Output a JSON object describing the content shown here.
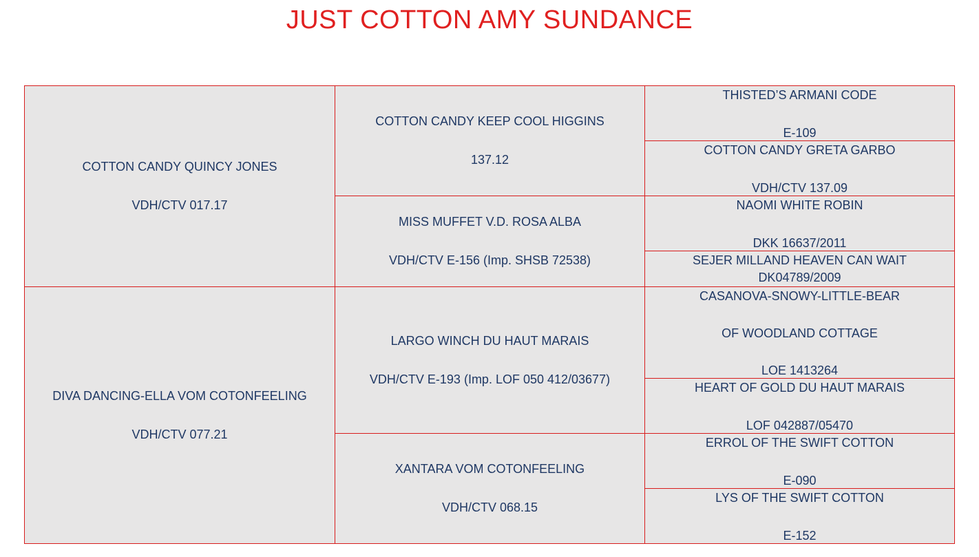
{
  "title": "JUST COTTON AMY SUNDANCE",
  "parents": [
    {
      "name": "COTTON CANDY QUINCY JONES",
      "reg": "VDH/CTV 017.17"
    },
    {
      "name": "DIVA DANCING-ELLA VOM COTONFEELING",
      "reg": "VDH/CTV 077.21"
    }
  ],
  "grandparents": [
    {
      "name": "COTTON CANDY KEEP COOL HIGGINS",
      "reg": "137.12"
    },
    {
      "name": "MISS MUFFET V.D. ROSA ALBA",
      "reg": "VDH/CTV E-156 (Imp. SHSB 72538)"
    },
    {
      "name": "LARGO WINCH DU HAUT MARAIS",
      "reg": "VDH/CTV E-193 (Imp. LOF 050 412/03677)"
    },
    {
      "name": "XANTARA VOM COTONFEELING",
      "reg": "VDH/CTV 068.15"
    }
  ],
  "great_grandparents": [
    {
      "name": "THISTED’S ARMANI CODE",
      "reg": "E-109"
    },
    {
      "name": "COTTON CANDY GRETA GARBO",
      "reg": "VDH/CTV 137.09"
    },
    {
      "name": "NAOMI WHITE ROBIN",
      "reg": "DKK 16637/2011"
    },
    {
      "name": "SEJER MILLAND HEAVEN CAN WAIT",
      "reg": "DK04789/2009"
    },
    {
      "name": "CASANOVA-SNOWY-LITTLE-BEAR",
      "name2": "OF WOODLAND COTTAGE",
      "reg": "LOE 1413264"
    },
    {
      "name": "HEART OF GOLD DU HAUT MARAIS",
      "reg": "LOF 042887/05470"
    },
    {
      "name": "ERROL OF THE SWIFT COTTON",
      "reg": "E-090"
    },
    {
      "name": "LYS OF THE SWIFT COTTON",
      "reg": "E-152"
    }
  ]
}
